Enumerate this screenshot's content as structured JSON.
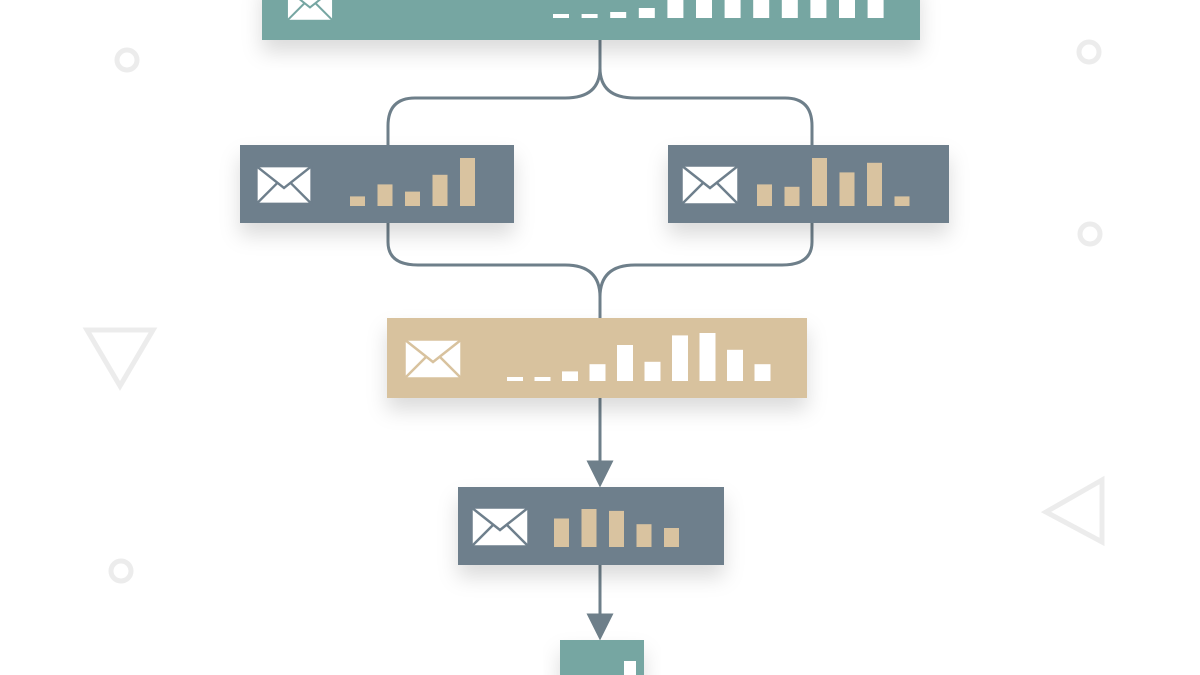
{
  "colors": {
    "background": "#ffffff",
    "teal": "#76a6a2",
    "slate": "#6e7f8c",
    "sand": "#d8c29e",
    "connector": "#6e7f8a",
    "icon_white": "#ffffff",
    "bar_white": "#ffffff",
    "bar_sand": "#d9c3a0",
    "decoration": "#ececec"
  },
  "icons": [
    "envelope-icon"
  ],
  "nodes": [
    {
      "id": "top",
      "color": "teal",
      "bar_color": "bar_white",
      "bars": [
        0.08,
        0.08,
        0.15,
        0.25,
        0.85,
        0.55,
        0.55,
        0.9,
        0.55,
        0.85,
        0.85,
        1.0
      ]
    },
    {
      "id": "left",
      "color": "slate",
      "bar_color": "bar_sand",
      "bars": [
        0.2,
        0.45,
        0.3,
        0.65,
        1.0
      ]
    },
    {
      "id": "right",
      "color": "slate",
      "bar_color": "bar_sand",
      "bars": [
        0.45,
        0.4,
        1.0,
        0.7,
        0.9,
        0.2
      ]
    },
    {
      "id": "merge",
      "color": "sand",
      "bar_color": "bar_white",
      "bars": [
        0.08,
        0.08,
        0.2,
        0.35,
        0.75,
        0.4,
        0.95,
        1.0,
        0.65,
        0.35
      ]
    },
    {
      "id": "lower",
      "color": "slate",
      "bar_color": "bar_sand",
      "bars": [
        0.75,
        1.0,
        0.95,
        0.6,
        0.5
      ]
    },
    {
      "id": "bottom",
      "color": "teal",
      "bar_color": "bar_white",
      "bars": [
        1.0
      ]
    }
  ]
}
